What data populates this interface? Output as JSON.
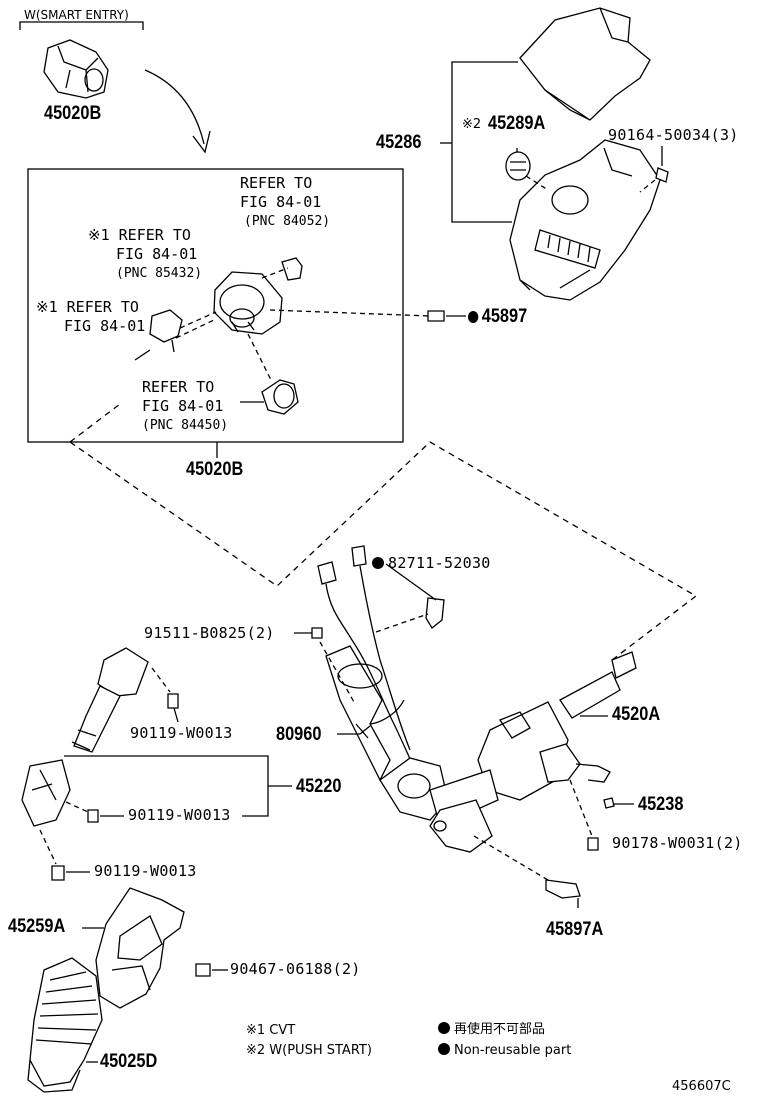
{
  "labels": {
    "smart_entry": "W(SMART ENTRY)",
    "p45020b_top": "45020B",
    "p45286": "45286",
    "p45289a_mark": "※2",
    "p45289a": "45289A",
    "p90164": "90164-50034(3)",
    "ref_84052_l1": "REFER TO",
    "ref_84052_l2": "FIG 84-01",
    "ref_84052_l3": "(PNC 84052)",
    "ref_85432_l1": "※1 REFER TO",
    "ref_85432_l2": "FIG 84-01",
    "ref_85432_l3": "(PNC 85432)",
    "ref_cvt_l1": "※1 REFER TO",
    "ref_cvt_l2": "FIG 84-01",
    "ref_84450_l1": "REFER TO",
    "ref_84450_l2": "FIG 84-01",
    "ref_84450_l3": "(PNC 84450)",
    "p45897": "45897",
    "p45020b_box": "45020B",
    "p82711": "82711-52030",
    "p91511": "91511-B0825(2)",
    "p90119_a": "90119-W0013",
    "p80960": "80960",
    "p45220": "45220",
    "p90119_b": "90119-W0013",
    "p4520a": "4520A",
    "p45238": "45238",
    "p90178": "90178-W0031(2)",
    "p90119_c": "90119-W0013",
    "p45897a": "45897A",
    "p45259a": "45259A",
    "p90467": "90467-06188(2)",
    "p45025d": "45025D",
    "legend_cvt": "※1 CVT",
    "legend_push": "※2 W(PUSH START)",
    "legend_jp": "再使用不可部品",
    "legend_en": "Non-reusable part",
    "diagram_id": "456607C"
  },
  "colors": {
    "line": "#000000",
    "background": "#ffffff"
  }
}
